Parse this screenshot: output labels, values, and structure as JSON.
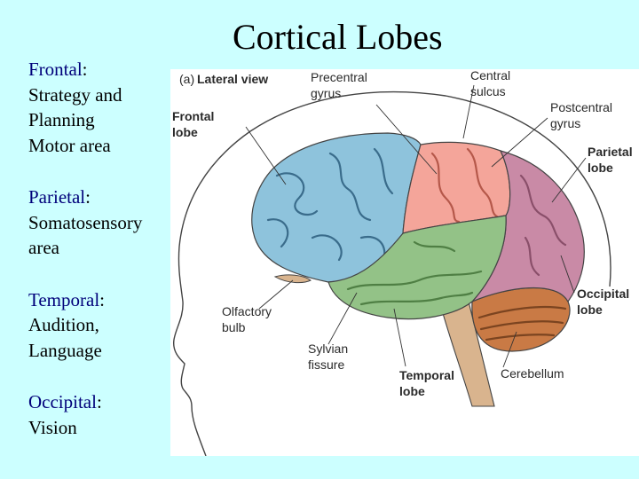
{
  "title": "Cortical Lobes",
  "lobes": [
    {
      "name": "Frontal",
      "colon": ":",
      "lines": [
        "Strategy and",
        "Planning",
        "Motor area"
      ]
    },
    {
      "name": "Parietal",
      "colon": ":",
      "lines": [
        "Somatosensory",
        "area"
      ]
    },
    {
      "name": "Temporal",
      "colon": ":",
      "lines": [
        "Audition,",
        "Language"
      ]
    },
    {
      "name": "Occipital",
      "colon": ":",
      "lines": [
        "Vision"
      ]
    }
  ],
  "figure": {
    "panel_letter": "(a)",
    "panel_title": "Lateral view",
    "labels": {
      "precentral_1": "Precentral",
      "precentral_2": "gyrus",
      "central_1": "Central",
      "central_2": "sulcus",
      "postcentral_1": "Postcentral",
      "postcentral_2": "gyrus",
      "frontal_1": "Frontal",
      "frontal_2": "lobe",
      "parietal_1": "Parietal",
      "parietal_2": "lobe",
      "occipital_1": "Occipital",
      "occipital_2": "lobe",
      "olfactory_1": "Olfactory",
      "olfactory_2": "bulb",
      "sylvian_1": "Sylvian",
      "sylvian_2": "fissure",
      "temporal_1": "Temporal",
      "temporal_2": "lobe",
      "cerebellum": "Cerebellum"
    },
    "colors": {
      "frontal": "#8ec3dc",
      "parietal_motor": "#f4a59a",
      "parietal_rear": "#c98aa6",
      "temporal": "#93c287",
      "cerebellum": "#c97a45",
      "brainstem": "#d9b48e",
      "outline": "#333333"
    }
  }
}
